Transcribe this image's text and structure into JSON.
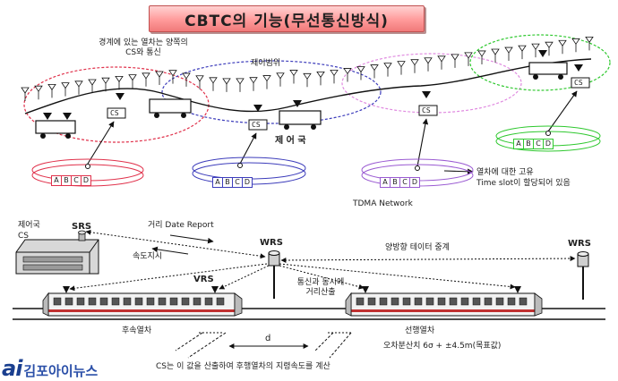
{
  "title": "CBTC의 기능(무선통신방식)",
  "top_section": {
    "boundary_note_line1": "경계에 있는 열차는 양쪽의",
    "boundary_note_line2": "CS와 통신",
    "control_range": "제어범위",
    "cs_label": "CS",
    "control_station": "제 어 국",
    "slot_letters": [
      "A",
      "B",
      "C",
      "D"
    ],
    "slot_note_line1": "열차에 대한 고유",
    "slot_note_line2": "Time slot이 할당되어 있음",
    "tdma": "TDMA Network"
  },
  "bottom_section": {
    "control_station_line1": "제어국",
    "control_station_line2": "CS",
    "srs": "SRS",
    "distance_report": "거리 Date Report",
    "speed_command": "속도지시",
    "wrs": "WRS",
    "bidirectional": "양방향 테이터 중계",
    "vrs": "VRS",
    "comm_line1": "통신과 동시에",
    "comm_line2": "거리산출",
    "rear_train": "후속열차",
    "lead_train": "선행열차",
    "distance_symbol": "d",
    "error_note": "오차분산치 6σ + ±4.5m(목표값)",
    "cs_note": "CS는 이 값을 산출하여 후행열차의 지령속도를 계산"
  },
  "logo": {
    "mark": "ai",
    "name": "김포아이뉴스",
    "color": "#1a3f8f"
  },
  "colors": {
    "red": "#e0304a",
    "blue": "#3d3dbb",
    "purple": "#9a5ad2",
    "pink": "#e08ae0",
    "green": "#2ec82e"
  }
}
